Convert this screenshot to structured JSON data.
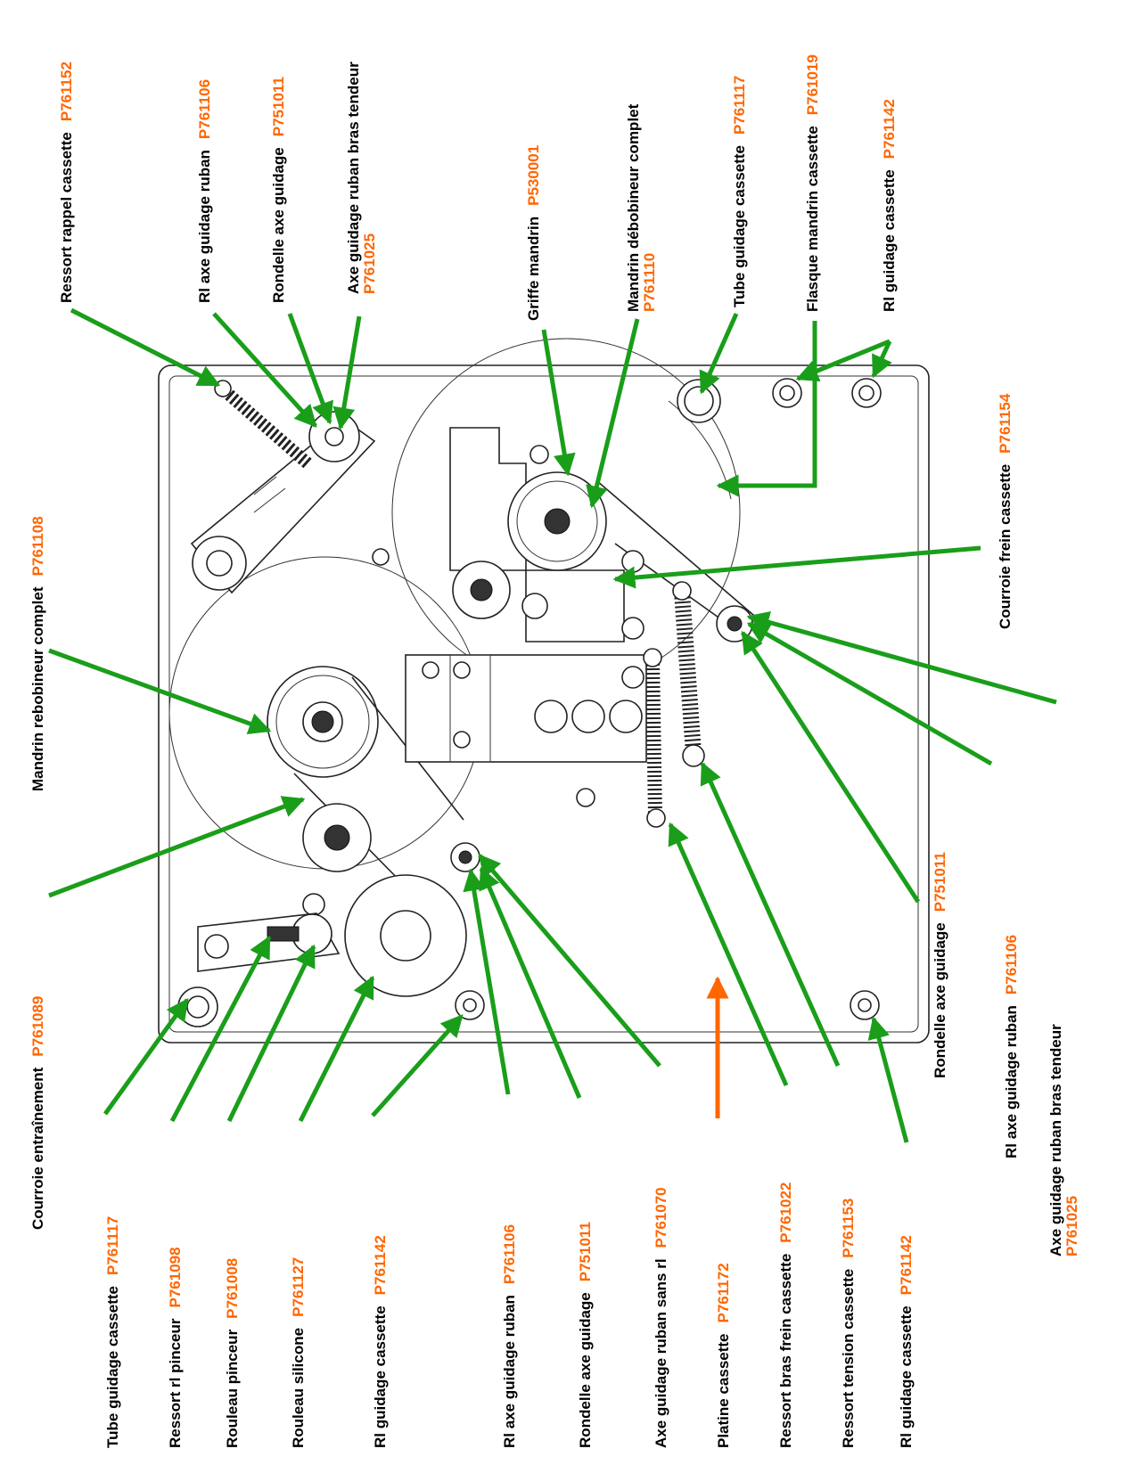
{
  "labels": {
    "l1": {
      "name": "Tube guidage cassette",
      "code": "P761117"
    },
    "l2": {
      "name": "Ressort rl pinceur",
      "code": "P761098"
    },
    "l3": {
      "name": "Rouleau pinceur",
      "code": "P761008"
    },
    "l4": {
      "name": "Rouleau silicone",
      "code": "P761127"
    },
    "l5": {
      "name": "Rl guidage cassette",
      "code": "P761142"
    },
    "l6": {
      "name": "Rl axe guidage ruban",
      "code": "P761106"
    },
    "l7": {
      "name": "Rondelle  axe guidage",
      "code": "P751011"
    },
    "l8": {
      "name": "Axe guidage ruban sans rl",
      "code": "P761070"
    },
    "l9": {
      "name": "Platine cassette",
      "code": "P761172"
    },
    "l10": {
      "name": "Ressort bras frein cassette",
      "code": "P761022"
    },
    "l11": {
      "name": "Ressort  tension cassette",
      "code": "P761153"
    },
    "l12": {
      "name": "Rl guidage cassette",
      "code": "P761142"
    },
    "l13": {
      "name": "Courroie entraînement",
      "code": "P761089"
    },
    "l14": {
      "name": "Mandrin rebobineur complet",
      "code": "P761108"
    },
    "l15": {
      "name": "Ressort  rappel cassette",
      "code": "P761152"
    },
    "l16": {
      "name": "Rl axe guidage ruban",
      "code": "P761106"
    },
    "l17": {
      "name": "Rondelle  axe guidage",
      "code": "P751011"
    },
    "l18": {
      "name": "Axe guidage ruban bras tendeur",
      "code": "P761025"
    },
    "l19": {
      "name": "Griffe mandrin",
      "code": "P530001"
    },
    "l20": {
      "name": "Mandrin débobineur complet",
      "code": "P761110"
    },
    "l21": {
      "name": "Tube guidage cassette",
      "code": "P761117"
    },
    "l22": {
      "name": "Flasque mandrin cassette",
      "code": "P761019"
    },
    "l23": {
      "name": "Rl guidage cassette",
      "code": "P761142"
    },
    "l24": {
      "name": "Courroie frein cassette",
      "code": "P761154"
    },
    "l25": {
      "name": "Axe guidage ruban bras tendeur",
      "code": "P761025"
    },
    "l26": {
      "name": "Rl axe guidage ruban",
      "code": "P761106"
    },
    "l27": {
      "name": "Rondelle  axe guidage",
      "code": "P751011"
    }
  },
  "colors": {
    "arrow_green": "#1a9e1a",
    "arrow_orange": "#ff6600",
    "code_orange": "#ff6600",
    "label_black": "#000000"
  }
}
